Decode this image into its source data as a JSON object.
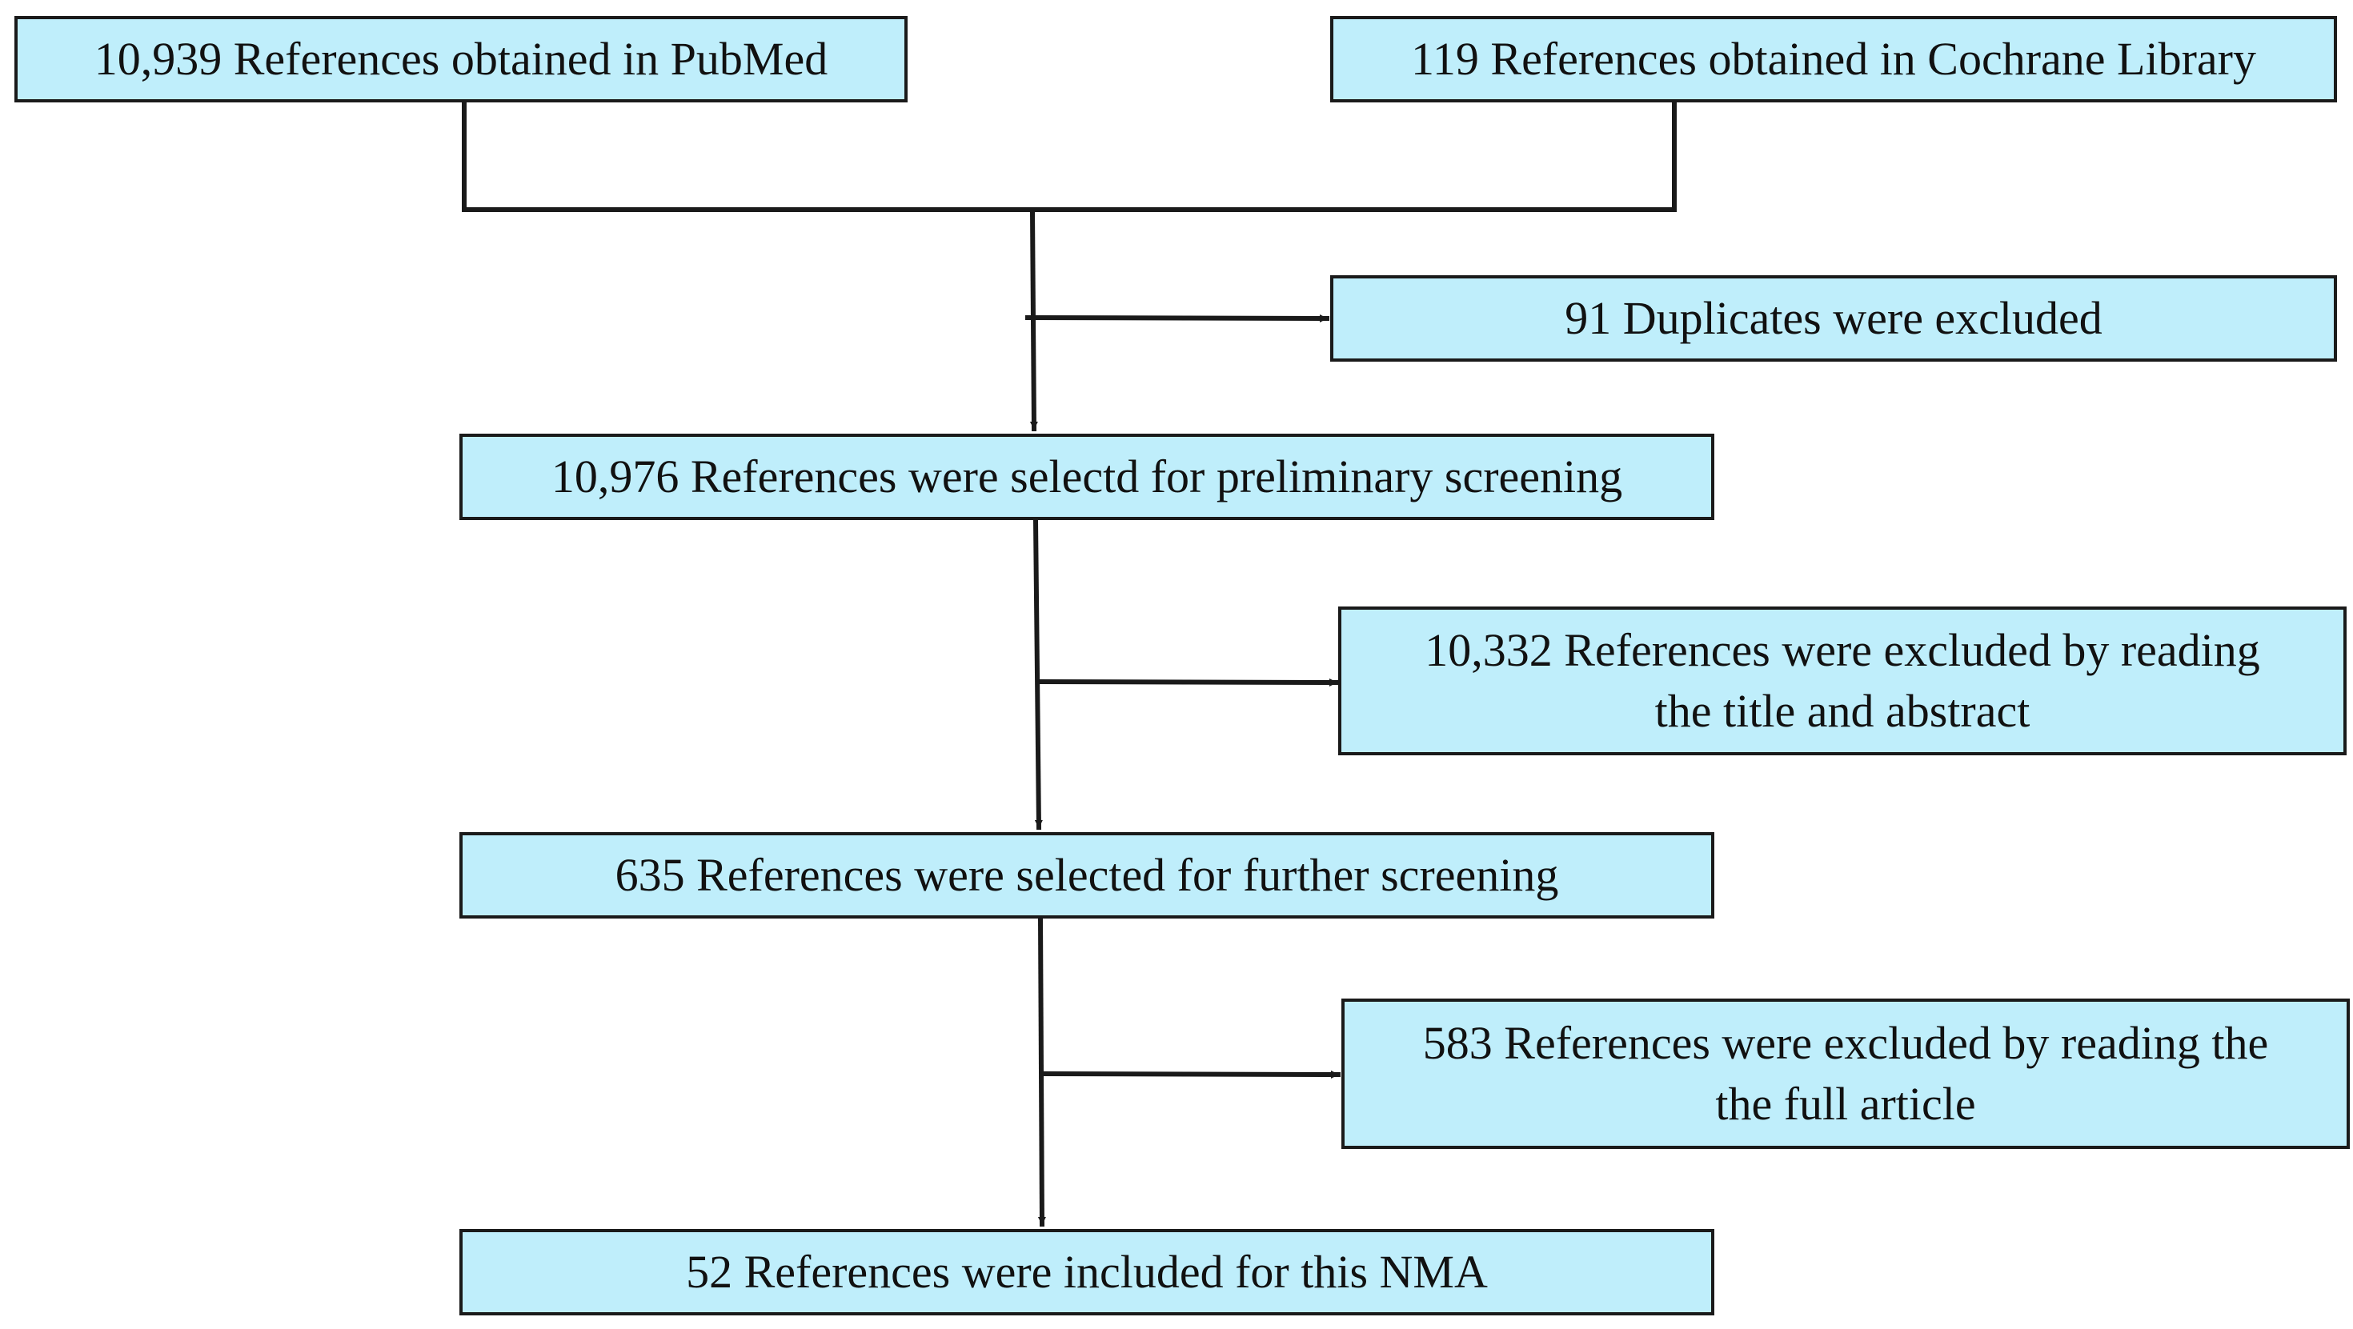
{
  "flowchart": {
    "pubmed": "10,939 References obtained in PubMed",
    "cochrane": "119 References obtained in Cochrane Library",
    "duplicates": "91 Duplicates were excluded",
    "preliminary": "10,976 References were selectd for preliminary screening",
    "excluded_title_abstract": {
      "line1": "10,332 References were excluded by reading",
      "line2": "the title and abstract"
    },
    "further": "635 References were selected for further screening",
    "excluded_full_article": {
      "line1": "583 References were excluded by reading the",
      "line2": "the full article"
    },
    "included": "52 References were included for this NMA"
  },
  "colors": {
    "box_fill": "#bfeefb",
    "box_border": "#1a1a1a",
    "line": "#1a1a1a"
  }
}
